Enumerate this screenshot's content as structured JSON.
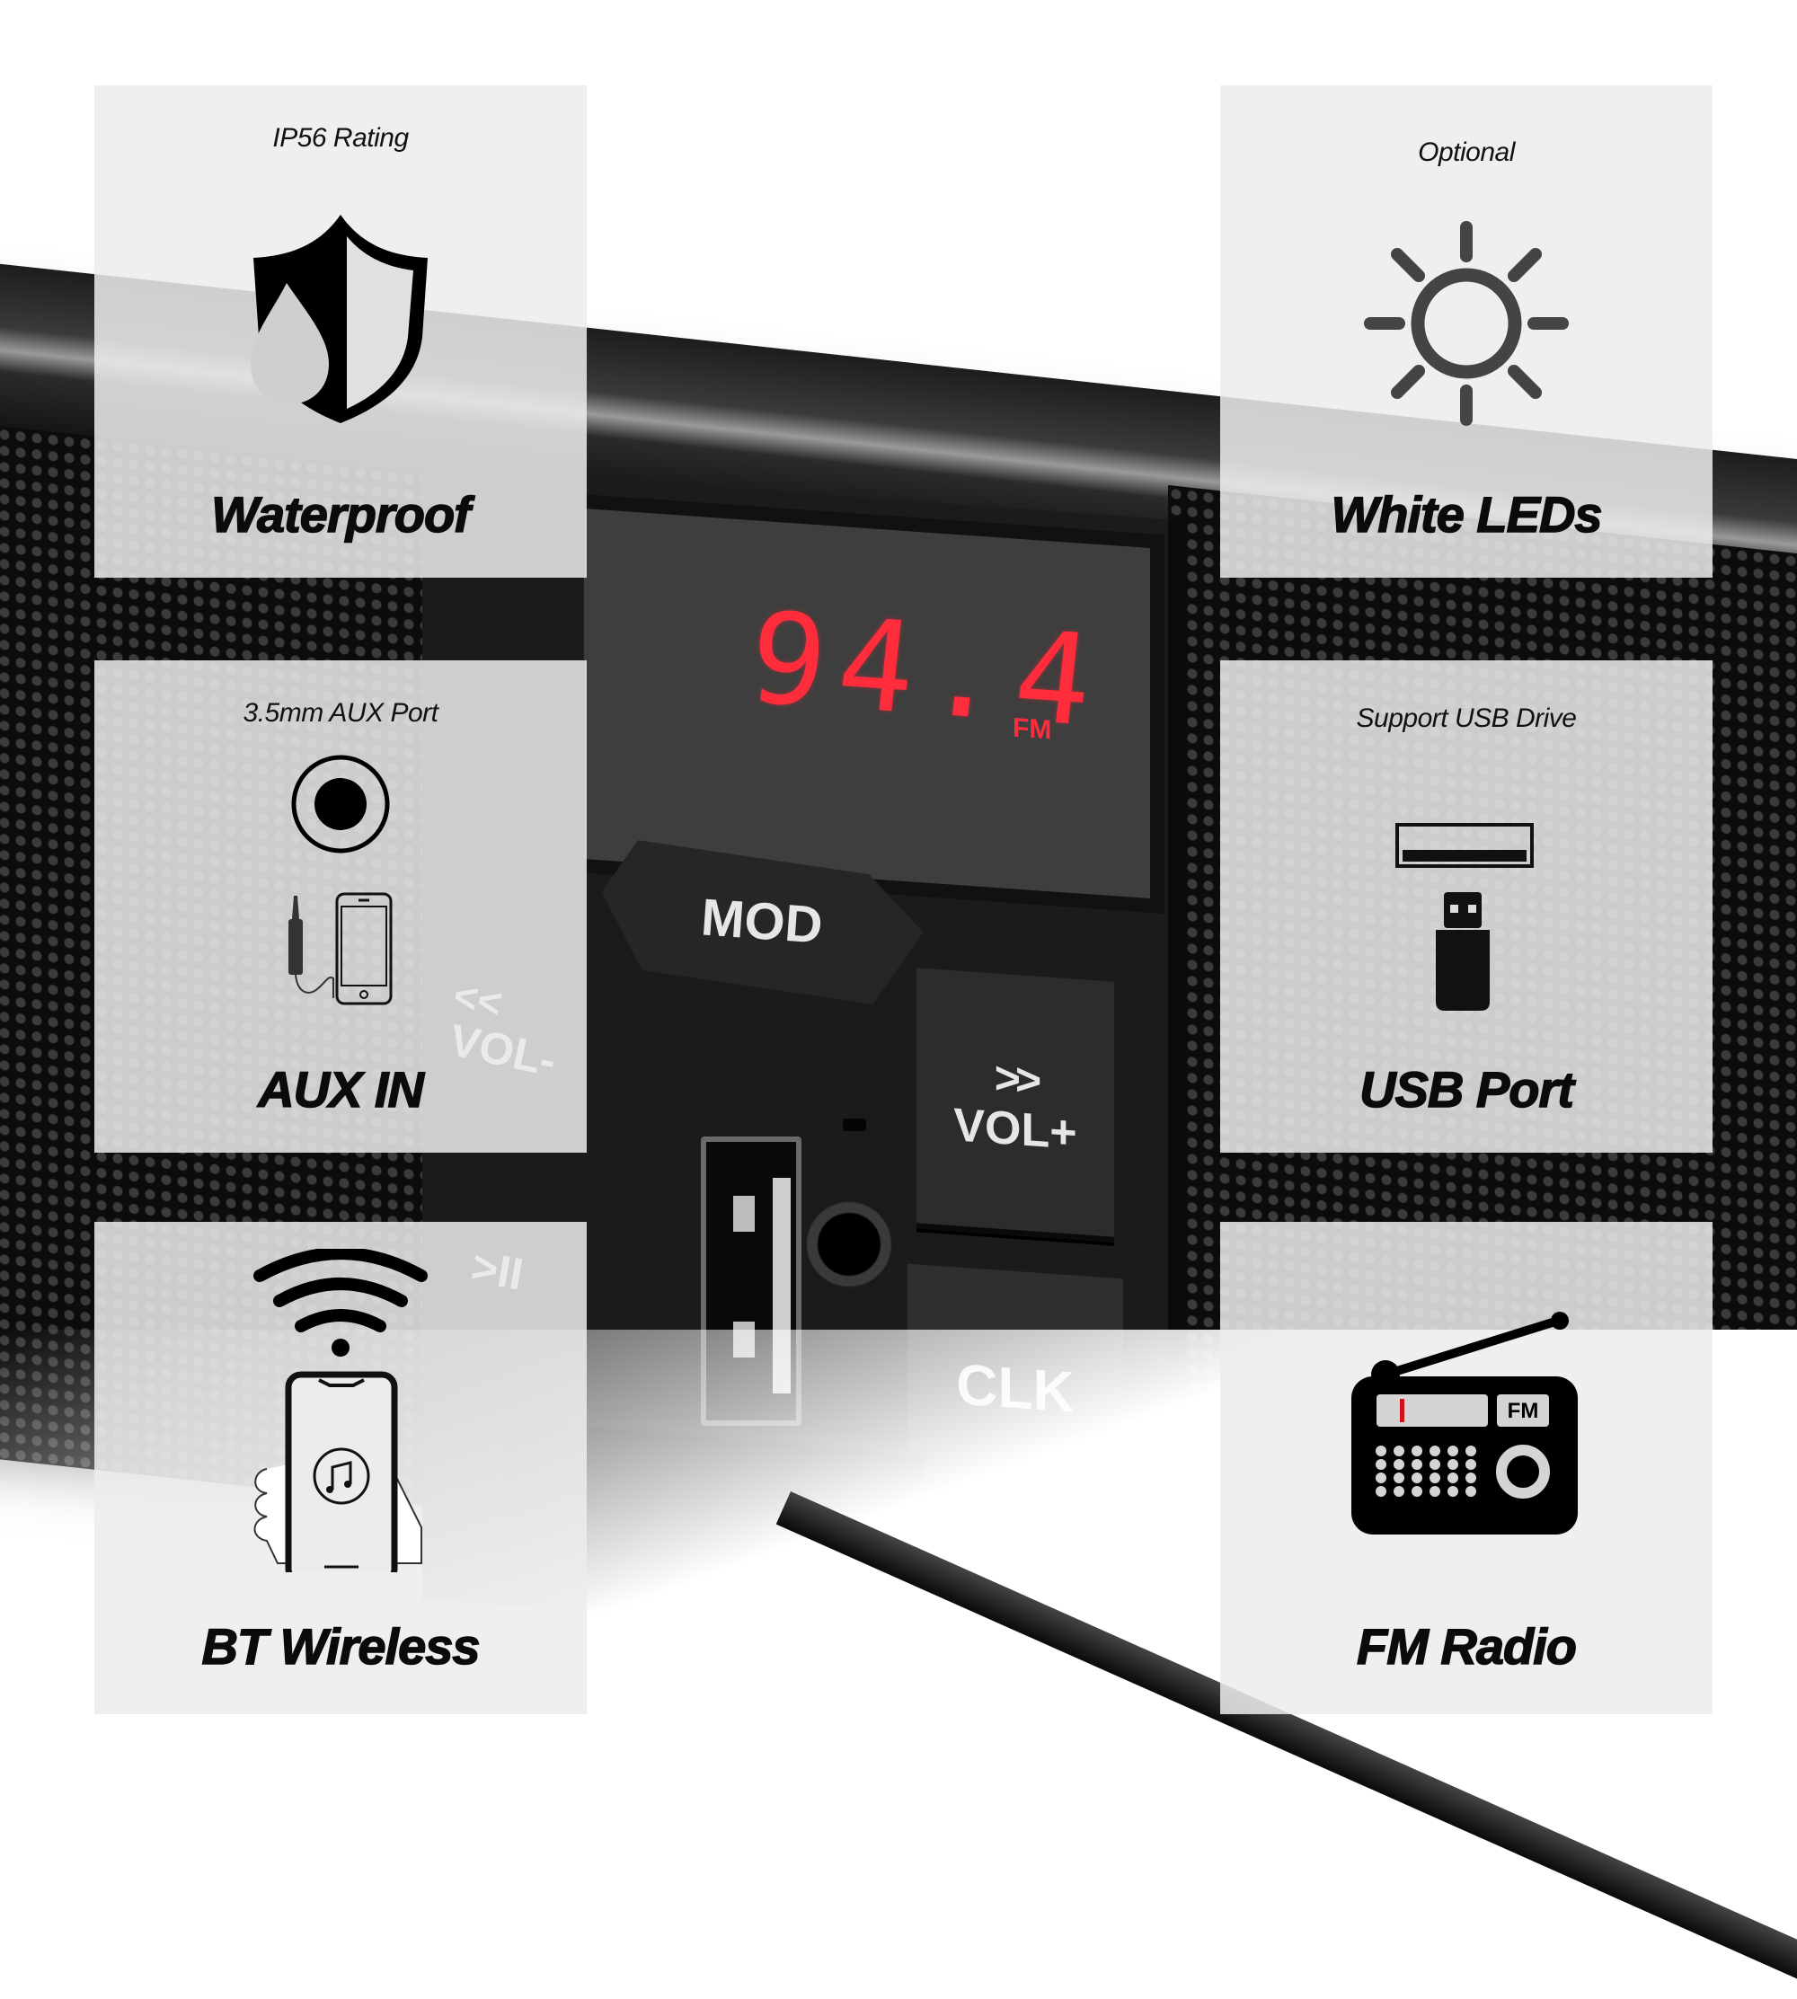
{
  "device": {
    "display": {
      "frequency": "94.4",
      "band": "FM",
      "segment_color": "#ff2d3c"
    },
    "buttons": {
      "mod": "MOD",
      "vol_plus_arrows": ">>",
      "vol_plus": "VOL+",
      "vol_minus_arrows": "<<",
      "vol_minus": "VOL-",
      "play_pause": ">II",
      "clk": "CLK"
    }
  },
  "features": [
    {
      "id": "waterproof",
      "subtitle": "IP56 Rating",
      "title": "Waterproof",
      "icon": "shield-water-drop-icon"
    },
    {
      "id": "leds",
      "subtitle": "Optional",
      "title": "White LEDs",
      "icon": "sun-icon"
    },
    {
      "id": "aux",
      "subtitle": "3.5mm AUX Port",
      "title": "AUX IN",
      "icon": "aux-jack-phone-icon"
    },
    {
      "id": "usb",
      "subtitle": "Support USB Drive",
      "title": "USB Port",
      "icon": "usb-drive-icon"
    },
    {
      "id": "bt",
      "subtitle": "",
      "title": "BT Wireless",
      "icon": "wireless-phone-music-icon"
    },
    {
      "id": "fm",
      "subtitle": "",
      "title": "FM Radio",
      "icon": "radio-icon"
    }
  ],
  "icon_labels": {
    "radio_band": "FM"
  },
  "colors": {
    "card_bg": "#ececec",
    "text": "#0b0b0b",
    "radio_tuner_marker": "#d0131b",
    "sun_stroke": "#444444"
  }
}
